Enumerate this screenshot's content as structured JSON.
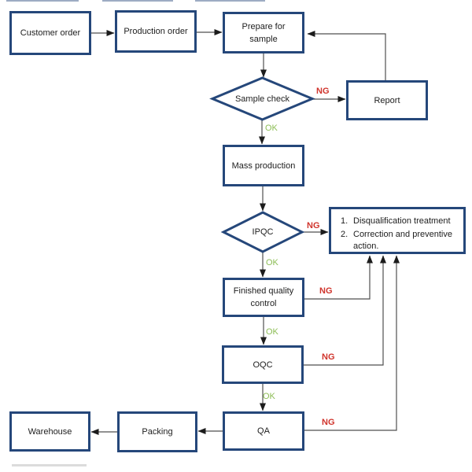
{
  "diagram": {
    "nodes": {
      "customer_order": {
        "lines": [
          "Customer order"
        ]
      },
      "production_order": {
        "lines": [
          "Production order"
        ]
      },
      "prepare_for_sample": {
        "lines": [
          "Prepare for",
          "sample"
        ]
      },
      "sample_check": {
        "label": "Sample check"
      },
      "report": {
        "lines": [
          "Report"
        ]
      },
      "mass_production": {
        "lines": [
          "Mass production"
        ]
      },
      "ipqc": {
        "label": "IPQC"
      },
      "disqualification": {
        "items": [
          {
            "num": "1.",
            "text": "Disqualification treatment"
          },
          {
            "num": "2.",
            "text": "Correction and preventive action."
          }
        ]
      },
      "finished_quality_control": {
        "lines": [
          "Finished quality",
          "control"
        ]
      },
      "oqc": {
        "lines": [
          "OQC"
        ]
      },
      "qa": {
        "lines": [
          "QA"
        ]
      },
      "packing": {
        "lines": [
          "Packing"
        ]
      },
      "warehouse": {
        "lines": [
          "Warehouse"
        ]
      }
    },
    "edge_labels": {
      "ng": "NG",
      "ok": "OK"
    },
    "colors": {
      "shape_border": "#25477a",
      "shape_fill": "#ffffff",
      "ng": "#d0342c",
      "ok": "#8cbd55",
      "connector": "#4f4f4f",
      "arrowhead": "#1c1c1c"
    }
  }
}
